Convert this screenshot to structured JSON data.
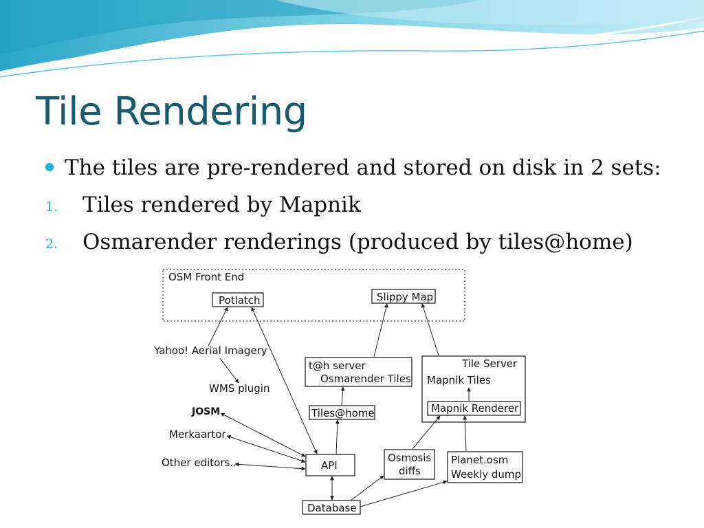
{
  "slide": {
    "title": "Tile Rendering",
    "bullet": "The tiles are pre-rendered and stored on disk in 2 sets:",
    "numbered": [
      {
        "num": "1.",
        "text": "Tiles rendered by Mapnik"
      },
      {
        "num": "2.",
        "text": "Osmarender renderings (produced by tiles@home)"
      }
    ]
  },
  "diagram": {
    "osm_front_end": "OSM Front End",
    "potlatch": "Potlatch",
    "slippy_map": "Slippy Map",
    "yahoo": "Yahoo! Aerial Imagery",
    "wms_plugin": "WMS plugin",
    "josm": "JOSM",
    "merkaartor": "Merkaartor",
    "other_editors": "Other editors...",
    "tah_server": "t@h server",
    "osmarender_tiles": "Osmarender Tiles",
    "tiles_at_home": "Tiles@home",
    "tile_server": "Tile Server",
    "mapnik_tiles": "Mapnik Tiles",
    "mapnik_renderer": "Mapnik Renderer",
    "api": "API",
    "osmosis_line1": "Osmosis",
    "osmosis_line2": "diffs",
    "planet_line1": "Planet.osm",
    "planet_line2": "Weekly dump",
    "database": "Database"
  },
  "colors": {
    "title": "#17596e",
    "accent": "#1fb3cf",
    "wave_light": "#bfe9f3",
    "wave_mid": "#5cc6dd",
    "wave_dark": "#1f9fbf"
  }
}
